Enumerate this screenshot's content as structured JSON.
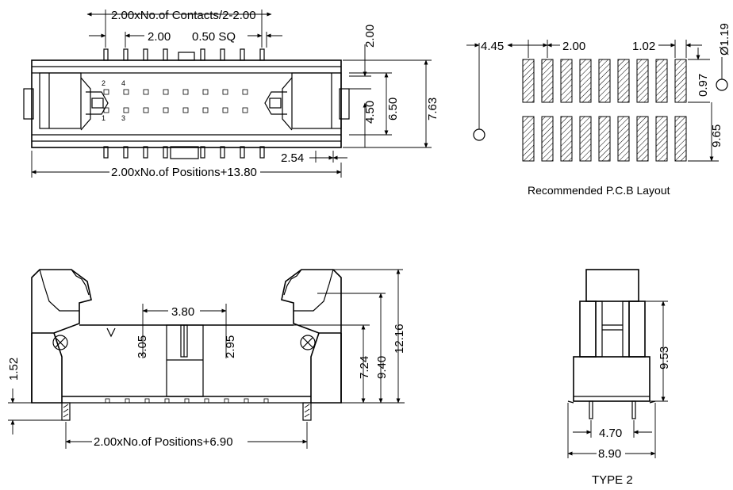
{
  "top_view": {
    "dim_contacts": "2.00xNo.of Contacts/2-2.00",
    "dim_pitch": "2.00",
    "dim_square": "0.50 SQ",
    "dim_row_pitch": "2.00",
    "dim_inner_height": "4.50",
    "dim_mid_height": "6.50",
    "dim_total_height": "7.63",
    "dim_offset": "2.54",
    "dim_total_length": "2.00xNo.of Positions+13.80",
    "pin_label_2": "2",
    "pin_label_4": "4",
    "pin_label_1": "1",
    "pin_label_3": "3"
  },
  "pcb_layout": {
    "dim_edge": "4.45",
    "dim_pitch": "2.00",
    "dim_pad_width": "1.02",
    "dim_hole": "Ø1.19",
    "dim_pad_gap": "0.97",
    "dim_pad_span": "9.65",
    "caption": "Recommended P.C.B Layout"
  },
  "side_view": {
    "dim_key_width": "3.80",
    "dim_key_left": "3.05",
    "dim_key_right": "2.95",
    "dim_standoff": "1.52",
    "dim_body_height": "7.24",
    "dim_mid": "9.40",
    "dim_total": "12.16",
    "dim_length": "2.00xNo.of Positions+6.90"
  },
  "end_view": {
    "dim_height": "9.53",
    "dim_pin_span": "4.70",
    "dim_width": "8.90",
    "caption": "TYPE 2"
  }
}
